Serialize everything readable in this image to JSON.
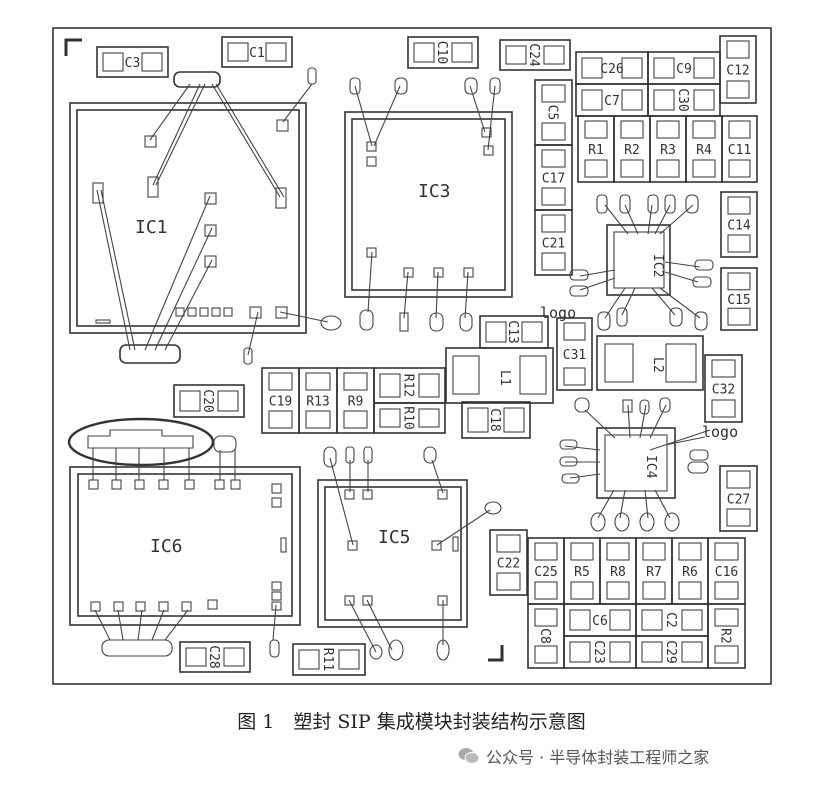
{
  "figure": {
    "caption": "图 1　塑封 SIP 集成模块封装结构示意图",
    "chips": {
      "ic1": "IC1",
      "ic2": "IC2",
      "ic3": "IC3",
      "ic4": "IC4",
      "ic5": "IC5",
      "ic6": "IC6"
    },
    "inductors": {
      "l1": "L1",
      "l2": "L2"
    },
    "logo_marks": [
      "logo",
      "logo"
    ],
    "components": [
      "C3",
      "C1",
      "C10",
      "C24",
      "C26",
      "C9",
      "C7",
      "C30",
      "C12",
      "C5",
      "C17",
      "C21",
      "R1",
      "R2",
      "R3",
      "R4",
      "C11",
      "C14",
      "C15",
      "C13",
      "C31",
      "C32",
      "C19",
      "R13",
      "R9",
      "R12",
      "R10",
      "C18",
      "C20",
      "C22",
      "C25",
      "R5",
      "R8",
      "R7",
      "R6",
      "C16",
      "C27",
      "C8",
      "C6",
      "C2",
      "R2",
      "C23",
      "C29",
      "C28",
      "R11"
    ]
  },
  "watermark": {
    "icon": "wechat-icon",
    "text": "公众号 · 半导体封装工程师之家"
  }
}
